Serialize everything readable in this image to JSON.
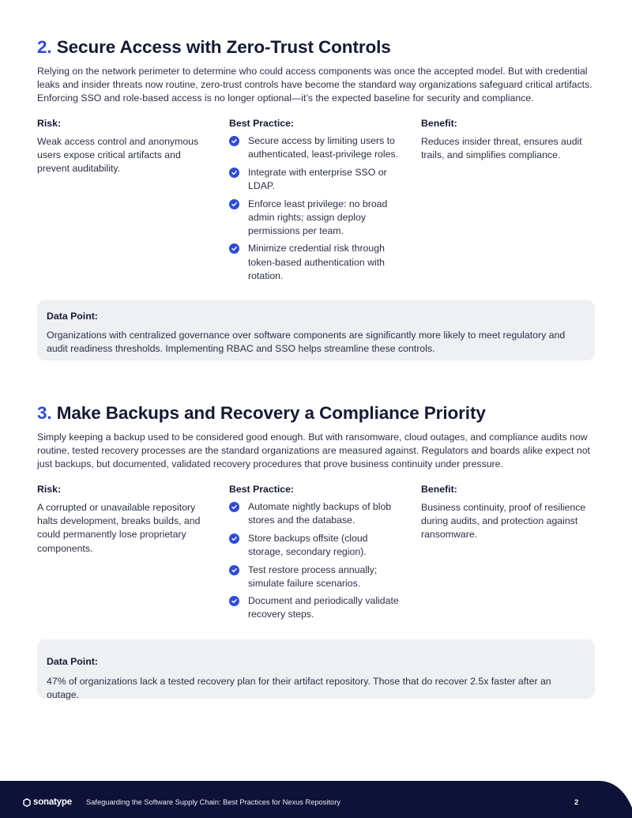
{
  "sections": [
    {
      "number": "2.",
      "title": "Secure Access with Zero-Trust Controls",
      "intro": "Relying on the network perimeter to determine who could access components was once the accepted model. But with credential leaks and insider threats now routine, zero-trust controls have become the standard way organizations safeguard critical artifacts. Enforcing SSO and role-based access is no longer optional—it’s the expected baseline for security and compliance.",
      "risk_title": "Risk:",
      "risk_text": "Weak access control and anonymous users expose critical artifacts and prevent auditability.",
      "best_title": "Best Practice:",
      "best_items": [
        "Secure access by limiting users to authenticated, least-privilege roles.",
        "Integrate with enterprise SSO or LDAP.",
        "Enforce least privilege: no broad admin rights; assign deploy permissions per team.",
        "Minimize credential risk through token-based authentication with rotation."
      ],
      "benefit_title": "Benefit:",
      "benefit_text": "Reduces insider threat, ensures audit trails, and simplifies compliance.",
      "data_point_title": "Data Point:",
      "data_point_text": "Organizations with centralized governance over software components are significantly more likely to meet regulatory and audit readiness thresholds. Implementing RBAC and SSO helps streamline these controls."
    },
    {
      "number": "3.",
      "title": "Make Backups and Recovery a Compliance Priority",
      "intro": "Simply keeping a backup used to be considered good enough. But with ransomware, cloud outages, and compliance audits now routine, tested recovery processes are the standard organizations are measured against. Regulators and boards alike expect not just backups, but documented, validated recovery procedures that prove business continuity under pressure.",
      "risk_title": "Risk:",
      "risk_text": "A corrupted or unavailable repository halts development, breaks builds, and could permanently lose proprietary components.",
      "best_title": "Best Practice:",
      "best_items": [
        "Automate nightly backups of blob stores and the database.",
        "Store backups offsite (cloud storage, secondary region).",
        "Test restore process annually; simulate failure scenarios.",
        "Document and periodically validate recovery steps."
      ],
      "benefit_title": "Benefit:",
      "benefit_text": "Business continuity, proof of resilience during audits, and protection against ransomware.",
      "data_point_title": "Data Point:",
      "data_point_text": "47% of organizations lack a tested recovery plan for their artifact repository. Those that do recover 2.5x faster after an outage."
    }
  ],
  "footer": {
    "logo_text": "sonatype",
    "doc_title": "Safeguarding the Software Supply Chain: Best Practices for Nexus Repository",
    "page_number": "2"
  },
  "colors": {
    "accent": "#2f4cd8",
    "heading": "#151a33",
    "footer_bg": "#0e1238",
    "data_point_bg": "#eff0f3"
  },
  "icons": {
    "bullet": "check-circle-icon",
    "logo": "sonatype-hexagon-icon"
  }
}
